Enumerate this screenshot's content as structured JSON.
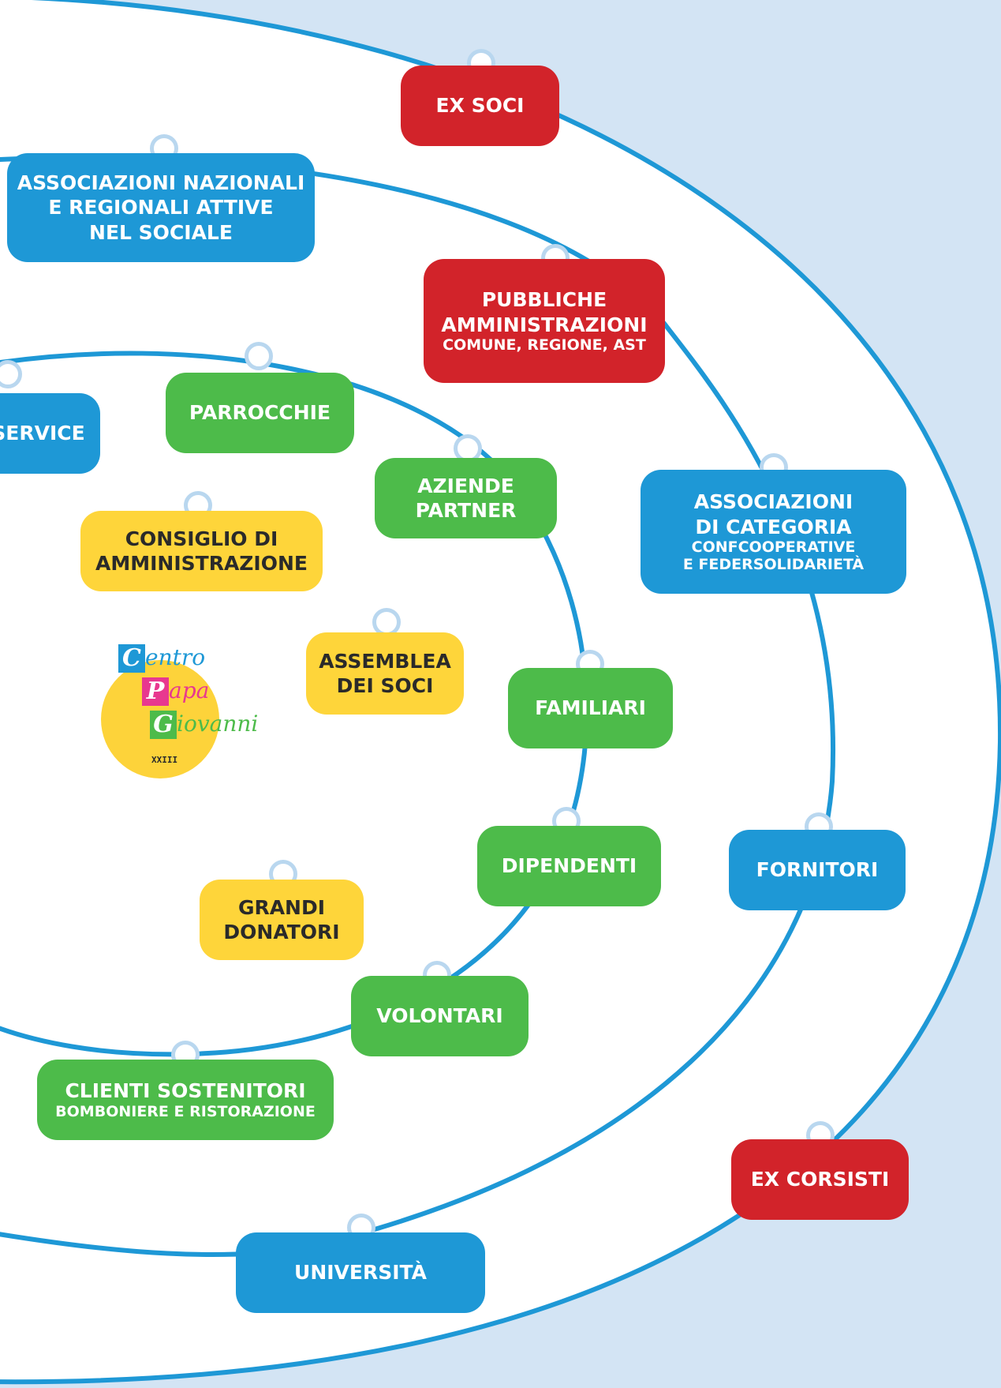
{
  "colors": {
    "background": "#d3e4f4",
    "ring": "#1e98d6",
    "red": "#d2232a",
    "blue": "#1e98d6",
    "green": "#4dbb4a",
    "yellow": "#fed53a"
  },
  "nodes": {
    "ex_soci": {
      "title": "EX SOCI"
    },
    "associazioni_nazionali": {
      "line1": "ASSOCIAZIONI NAZIONALI",
      "line2": "E REGIONALI ATTIVE",
      "line3": "NEL SOCIALE"
    },
    "pubbliche_amministrazioni": {
      "line1": "PUBBLICHE",
      "line2": "AMMINISTRAZIONI",
      "sub": "COMUNE, REGIONE, AST"
    },
    "service": {
      "title": "SERVICE"
    },
    "parrocchie": {
      "title": "PARROCCHIE"
    },
    "aziende_partner": {
      "line1": "AZIENDE",
      "line2": "PARTNER"
    },
    "associazioni_categoria": {
      "line1": "ASSOCIAZIONI",
      "line2": "DI CATEGORIA",
      "sub1": "CONFCOOPERATIVE",
      "sub2": "E FEDERSOLIDARIETÀ"
    },
    "consiglio": {
      "line1": "CONSIGLIO DI",
      "line2": "AMMINISTRAZIONE"
    },
    "assemblea": {
      "line1": "ASSEMBLEA",
      "line2": "DEI SOCI"
    },
    "familiari": {
      "title": "FAMILIARI"
    },
    "dipendenti": {
      "title": "DIPENDENTI"
    },
    "fornitori": {
      "title": "FORNITORI"
    },
    "grandi_donatori": {
      "line1": "GRANDI",
      "line2": "DONATORI"
    },
    "volontari": {
      "title": "VOLONTARI"
    },
    "clienti_sostenitori": {
      "title": "CLIENTI SOSTENITORI",
      "sub": "BOMBONIERE E RISTORAZIONE"
    },
    "ex_corsisti": {
      "title": "EX CORSISTI"
    },
    "universita": {
      "title": "UNIVERSITÀ"
    }
  },
  "logo": {
    "c_letter": "C",
    "c_rest": "entro",
    "p_letter": "P",
    "p_rest": "apa",
    "g_letter": "G",
    "g_rest": "iovanni",
    "suffix": "XXIII",
    "c_color": "#1e98d6",
    "p_color": "#e8388f",
    "g_color": "#4dbb4a"
  }
}
